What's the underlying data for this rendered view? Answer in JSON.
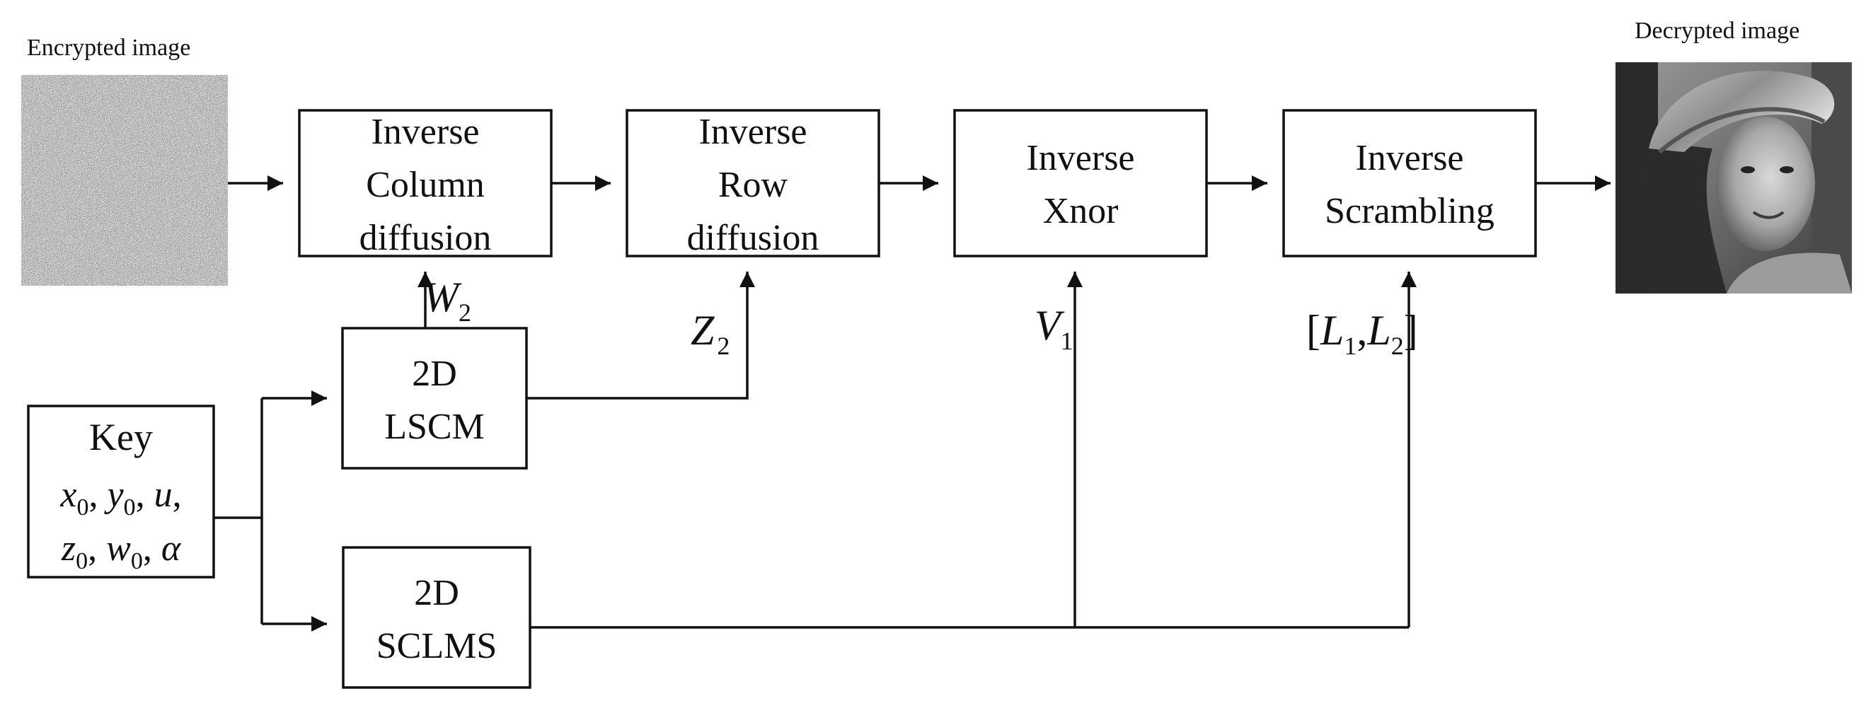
{
  "captions": {
    "input": "Encrypted image",
    "output": "Decrypted image"
  },
  "blocks": {
    "inverse_column_diffusion": [
      "Inverse",
      "Column",
      "diffusion"
    ],
    "inverse_row_diffusion": [
      "Inverse",
      "Row",
      "diffusion"
    ],
    "inverse_xnor": [
      "Inverse",
      "Xnor"
    ],
    "inverse_scrambling": [
      "Inverse",
      "Scrambling"
    ],
    "lscm": [
      "2D",
      "LSCM"
    ],
    "sclms": [
      "2D",
      "SCLMS"
    ]
  },
  "key": {
    "title": "Key",
    "row1": [
      {
        "var": "x",
        "sub": "0"
      },
      {
        "var": "y",
        "sub": "0"
      },
      {
        "var": "u",
        "sub": ""
      }
    ],
    "row2": [
      {
        "var": "z",
        "sub": "0"
      },
      {
        "var": "w",
        "sub": "0"
      },
      {
        "var": "α",
        "sub": ""
      }
    ]
  },
  "signals": {
    "w2": {
      "var": "W",
      "sub": "2"
    },
    "z2": {
      "var": "Z",
      "sub": "2"
    },
    "v1": {
      "var": "V",
      "sub": "1"
    },
    "l12": {
      "open": "[",
      "var1": "L",
      "sub1": "1",
      "sep": ",",
      "var2": "L",
      "sub2": "2",
      "close": "]"
    }
  },
  "images": {
    "input": "noise",
    "output": "grayscale-portrait"
  },
  "colors": {
    "line": "#111111",
    "background": "#ffffff"
  }
}
